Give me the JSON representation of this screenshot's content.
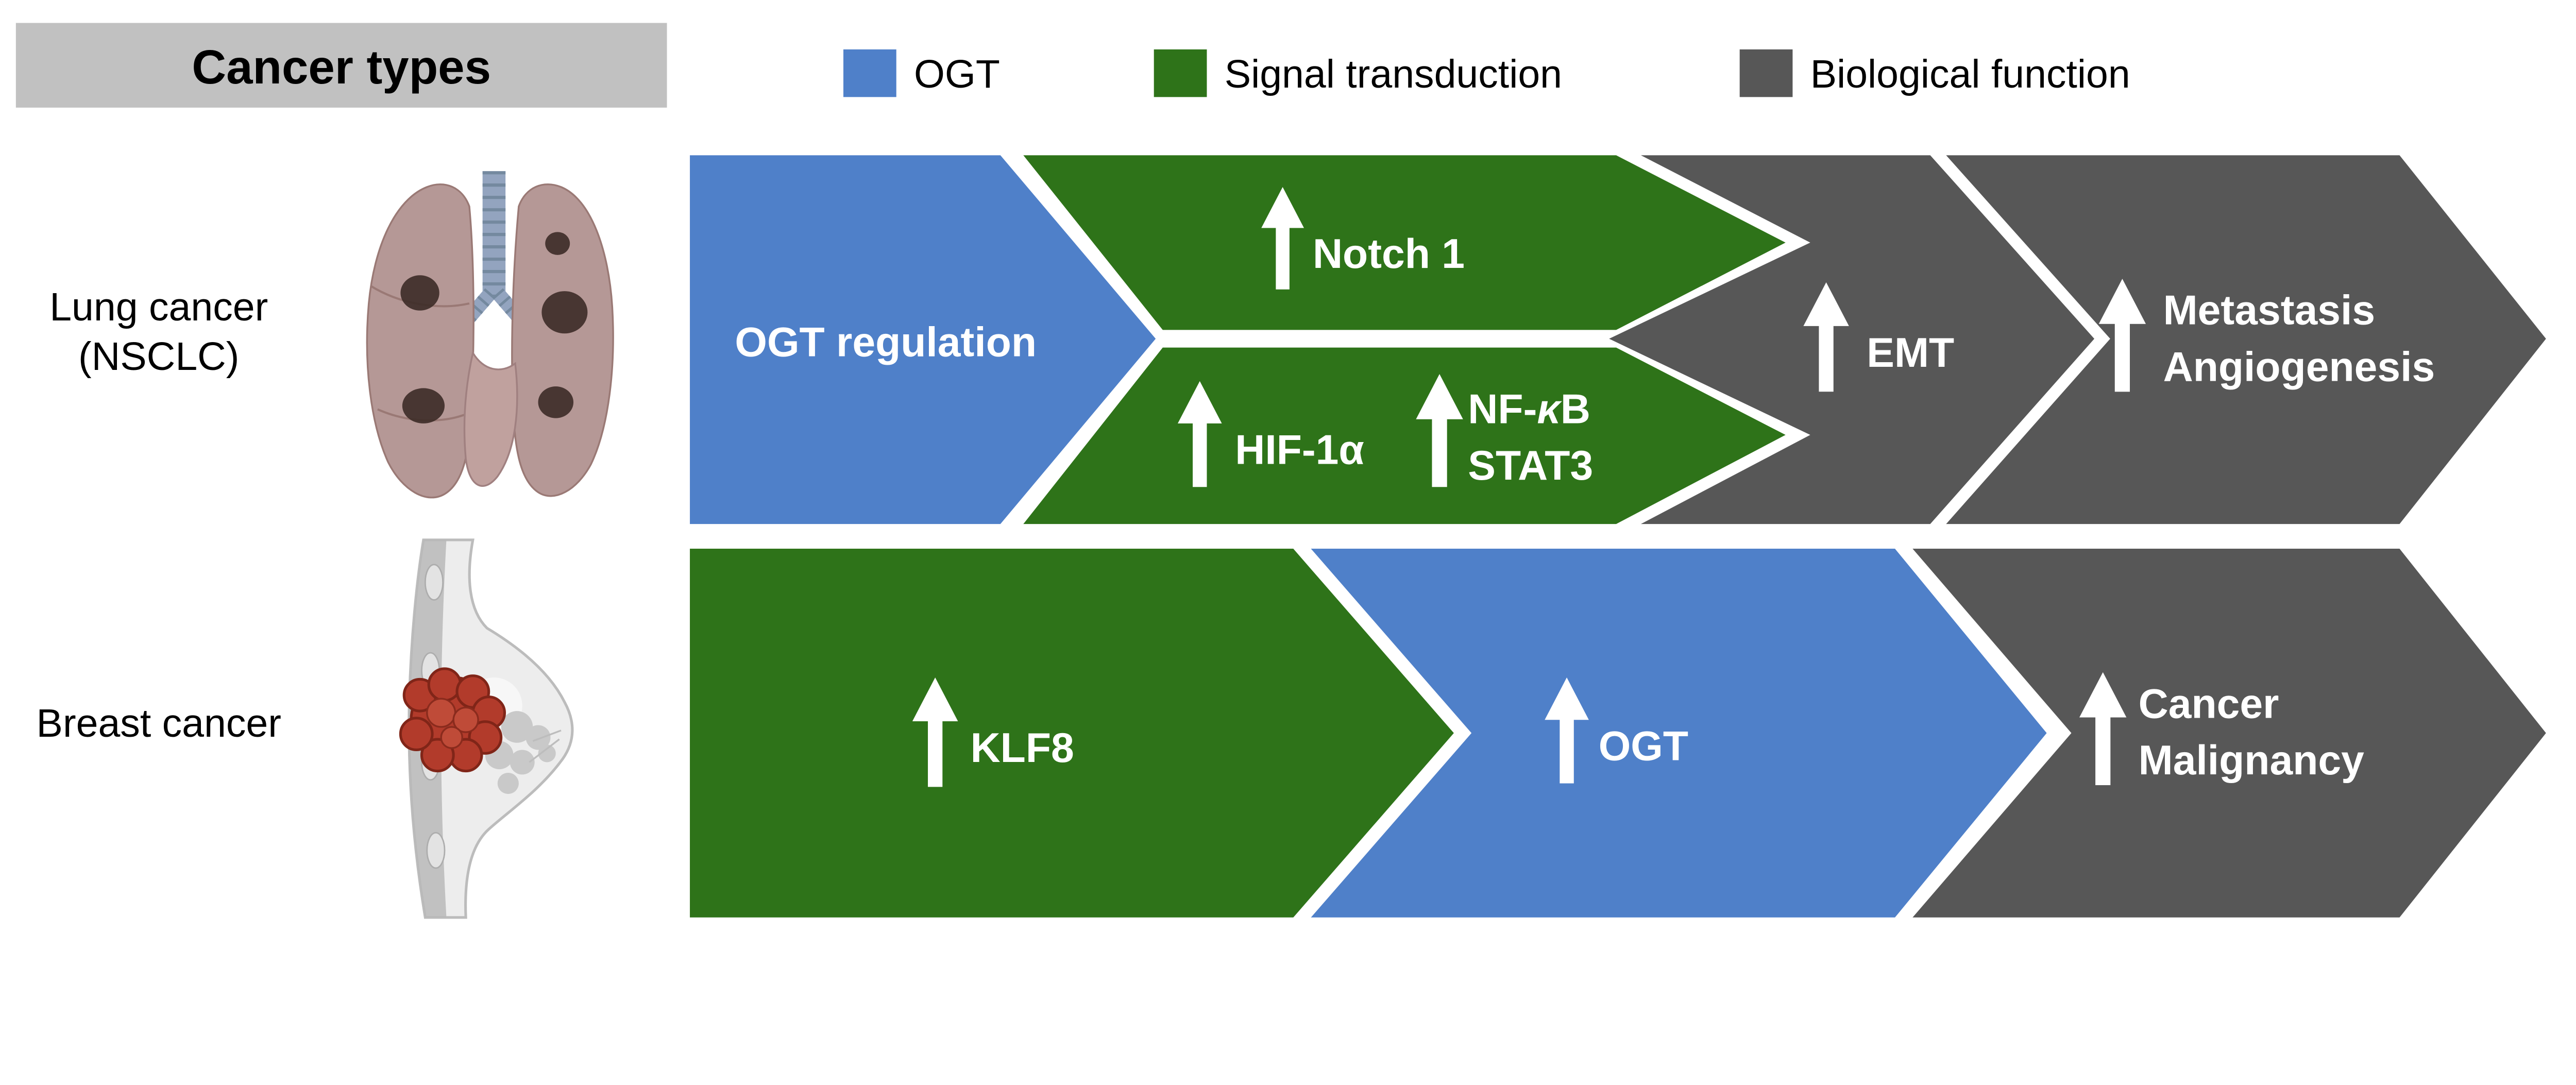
{
  "header": {
    "title": "Cancer types"
  },
  "legend": {
    "items": [
      {
        "label": "OGT",
        "color": "#4f80c9"
      },
      {
        "label": "Signal transduction",
        "color": "#2e7319"
      },
      {
        "label": "Biological function",
        "color": "#575757"
      }
    ]
  },
  "colors": {
    "ogt_blue": "#4f80c9",
    "signal_green": "#2e7319",
    "function_gray": "#575757",
    "header_bg": "#c1c1c1",
    "arrow_text": "#ffffff"
  },
  "rows": [
    {
      "label": "Lung cancer",
      "sublabel": "(NSCLC)"
    },
    {
      "label": "Breast cancer"
    }
  ],
  "stages": {
    "ogt_regulation": "OGT regulation",
    "notch1": "Notch 1",
    "hif1a": "HIF-1α",
    "nfkb": {
      "prefix": "NF-",
      "kappa": "κ",
      "suffix": "B"
    },
    "stat3": "STAT3",
    "emt": "EMT",
    "metastasis": "Metastasis",
    "angiogenesis": "Angiogenesis",
    "klf8": "KLF8",
    "ogt": "OGT",
    "cancer": "Cancer",
    "malignancy": "Malignancy"
  }
}
